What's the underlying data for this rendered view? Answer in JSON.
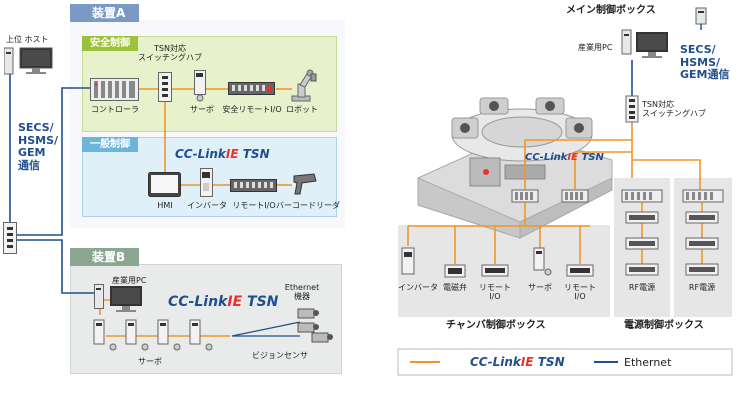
{
  "left": {
    "device_a_label": "装置A",
    "device_b_label": "装置B",
    "safety_control_label": "安全制御",
    "general_control_label": "一般制御",
    "host_label": "上位 ホスト",
    "secs_label_lines": [
      "SECS/",
      "HSMS/",
      "GEM",
      "通信"
    ],
    "tsn_switch_lines": [
      "TSN対応",
      "スイッチングハブ"
    ],
    "controller": "コントローラ",
    "servo": "サーボ",
    "safety_remote_io": "安全リモートI/O",
    "robot": "ロボット",
    "hmi": "HMI",
    "inverter": "インバータ",
    "remote_io": "リモートI/O",
    "barcode_reader": "バーコードリーダ",
    "industrial_pc": "産業用PC",
    "ethernet_device_lines": [
      "Ethernet",
      "機器"
    ],
    "servo_b": "サーボ",
    "vision_sensor": "ビジョンセンサ"
  },
  "right": {
    "main_box_title": "メイン制御ボックス",
    "industrial_pc": "産業用PC",
    "secs_label_lines": [
      "SECS/",
      "HSMS/",
      "GEM通信"
    ],
    "tsn_switch_lines": [
      "TSN対応",
      "スイッチングハブ"
    ],
    "inverter": "インバータ",
    "solenoid_valve": "電磁弁",
    "remote_io_lines": [
      "リモート",
      "I/O"
    ],
    "servo": "サーボ",
    "remote_io2_lines": [
      "リモート",
      "I/O"
    ],
    "rf_power_1": "RF電源",
    "rf_power_2": "RF電源",
    "chamber_box_title": "チャンバ制御ボックス",
    "power_box_title": "電源制御ボックス"
  },
  "brand": {
    "part1": "CC-Link",
    "part2": "IE",
    "part3": " TSN"
  },
  "legend": {
    "cclink_part1": "CC-Link",
    "cclink_part2": "IE",
    "cclink_part3": " TSN",
    "ethernet": "Ethernet"
  },
  "colors": {
    "cclink_line": "#f0962a",
    "ethernet_line": "#1f4f8c",
    "device_a_tab": "#7a99c4",
    "device_b_tab": "#8aa690",
    "safety_zone": "#e7f1cc",
    "safety_tab": "#9cc23a",
    "general_zone": "#dff0f8",
    "general_tab": "#6cb5d9"
  }
}
